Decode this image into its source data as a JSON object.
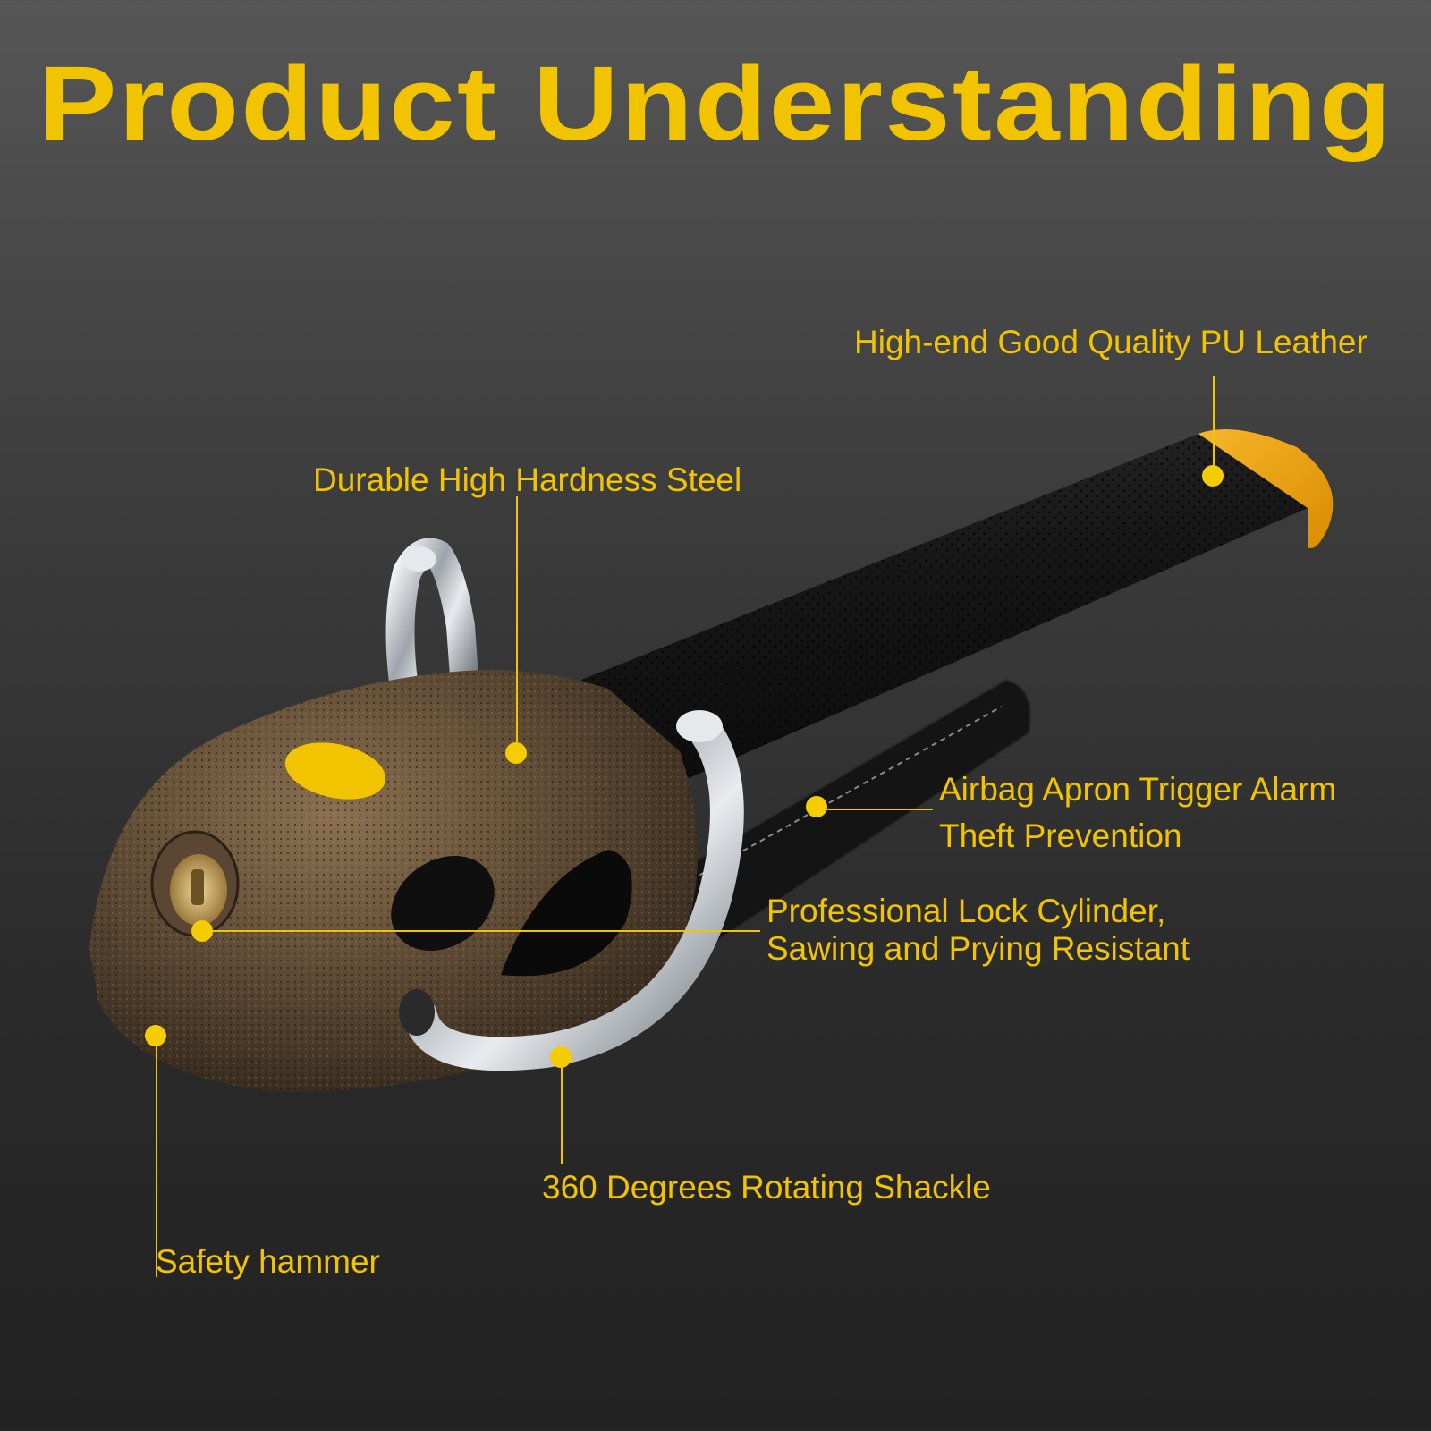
{
  "title": "Product Understanding",
  "callouts": {
    "pu_leather": "High-end Good Quality PU Leather",
    "steel": "Durable High Hardness Steel",
    "airbag_line1": "Airbag Apron Trigger Alarm",
    "airbag_line2": "Theft Prevention",
    "lock_line1": "Professional Lock Cylinder,",
    "lock_line2": "Sawing and Prying Resistant",
    "shackle": "360 Degrees Rotating Shackle",
    "hammer": "Safety hammer"
  },
  "colors": {
    "accent": "#f2c400",
    "background": "#2e2e2e",
    "body": "#5a4632",
    "handle": "#1a1a1a",
    "cap": "#f2a900",
    "chrome": "#cfd3d6"
  }
}
